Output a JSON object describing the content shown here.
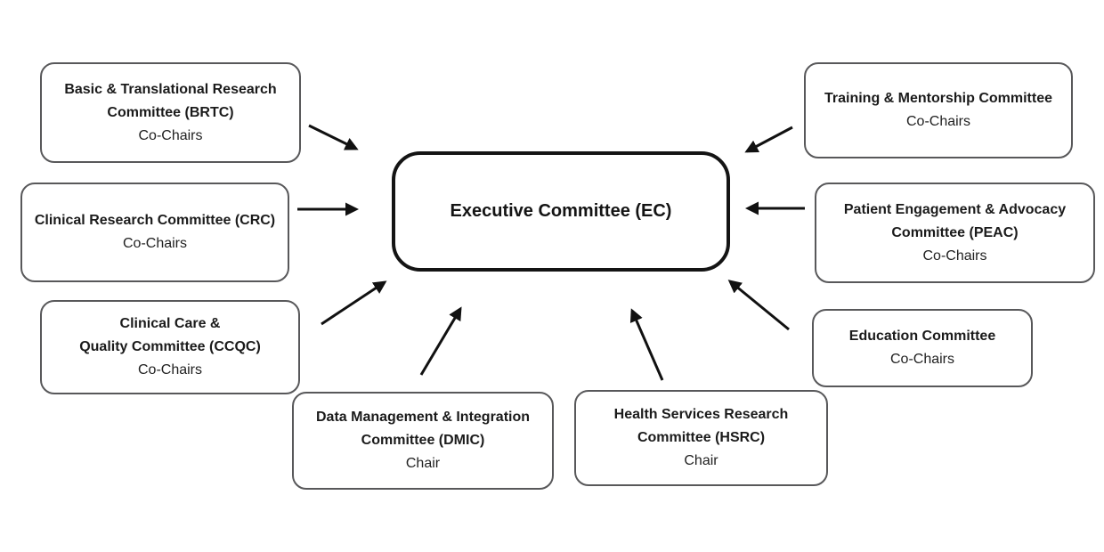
{
  "diagram": {
    "title_hint": "committee-structure-org-chart",
    "center": {
      "label": "Executive Committee (EC)"
    },
    "committees": [
      {
        "id": "brtc",
        "lines": [
          "Basic & Translational Research",
          "Committee (BRTC)"
        ],
        "role": "Co-Chairs"
      },
      {
        "id": "crc",
        "lines": [
          "Clinical Research Committee (CRC)"
        ],
        "role": "Co-Chairs"
      },
      {
        "id": "ccqc",
        "lines": [
          "Clinical Care &",
          "Quality Committee (CCQC)"
        ],
        "role": "Co-Chairs"
      },
      {
        "id": "dmic",
        "lines": [
          "Data Management & Integration",
          "Committee (DMIC)"
        ],
        "role": "Chair"
      },
      {
        "id": "hsrc",
        "lines": [
          "Health Services Research",
          "Committee (HSRC)"
        ],
        "role": "Chair"
      },
      {
        "id": "tmc",
        "lines": [
          "Training & Mentorship Committee"
        ],
        "role": "Co-Chairs"
      },
      {
        "id": "peac",
        "lines": [
          "Patient Engagement & Advocacy",
          "Committee (PEAC)"
        ],
        "role": "Co-Chairs"
      },
      {
        "id": "edu",
        "lines": [
          "Education Committee"
        ],
        "role": "Co-Chairs"
      }
    ],
    "colors": {
      "background": "#ffffff",
      "box_border": "#58585a",
      "center_border": "#141414",
      "text": "#1b1b1b",
      "arrow": "#111111"
    }
  }
}
